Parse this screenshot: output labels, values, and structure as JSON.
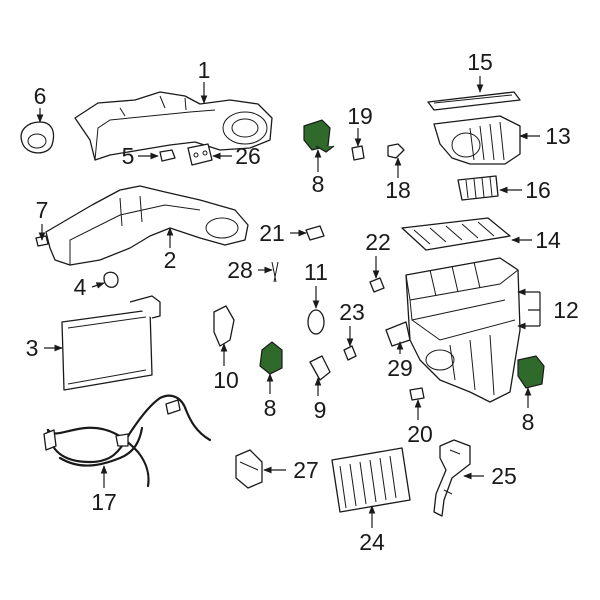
{
  "highlight_color": "#2f6a2a",
  "labels": {
    "p1": "1",
    "p2": "2",
    "p3": "3",
    "p4": "4",
    "p5": "5",
    "p6": "6",
    "p7": "7",
    "p8a": "8",
    "p8b": "8",
    "p8c": "8",
    "p9": "9",
    "p10": "10",
    "p11": "11",
    "p12": "12",
    "p13": "13",
    "p14": "14",
    "p15": "15",
    "p16": "16",
    "p17": "17",
    "p18": "18",
    "p19": "19",
    "p20": "20",
    "p21": "21",
    "p22": "22",
    "p23": "23",
    "p24": "24",
    "p25": "25",
    "p26": "26",
    "p27": "27",
    "p28": "28",
    "p29": "29"
  }
}
